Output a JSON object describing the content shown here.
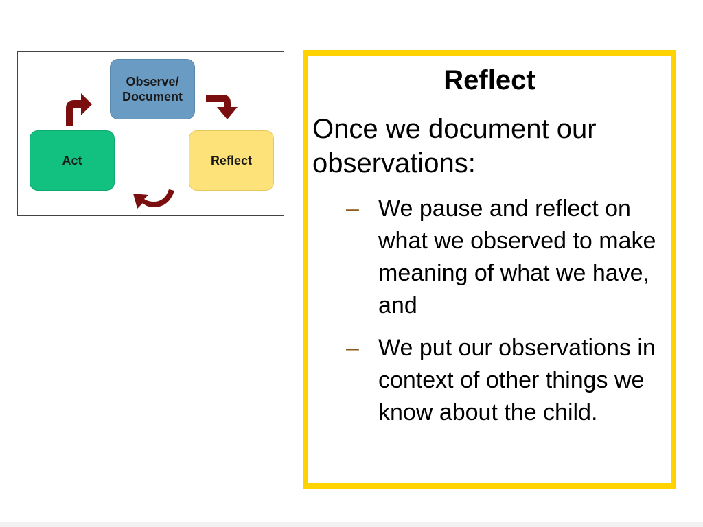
{
  "diagram": {
    "nodes": {
      "observe": "Observe/\nDocument",
      "act": "Act",
      "reflect": "Reflect"
    },
    "colors": {
      "observe": "#6a9bc3",
      "act": "#12c07f",
      "reflect": "#fde27a",
      "arrow": "#7b0f0f"
    },
    "arrow_icons": [
      "curved-arrow-right-icon",
      "curved-arrow-down-icon",
      "curved-arrow-up-icon"
    ]
  },
  "textbox": {
    "title": "Reflect",
    "intro": "Once we document our observations:",
    "bullets": [
      {
        "dash": "–",
        "text": "We pause and reflect on what we observed to make meaning of what we have, and"
      },
      {
        "dash": "–",
        "text": "We put our observations in context of other things we know about the child."
      }
    ],
    "border_color": "#ffd200"
  }
}
